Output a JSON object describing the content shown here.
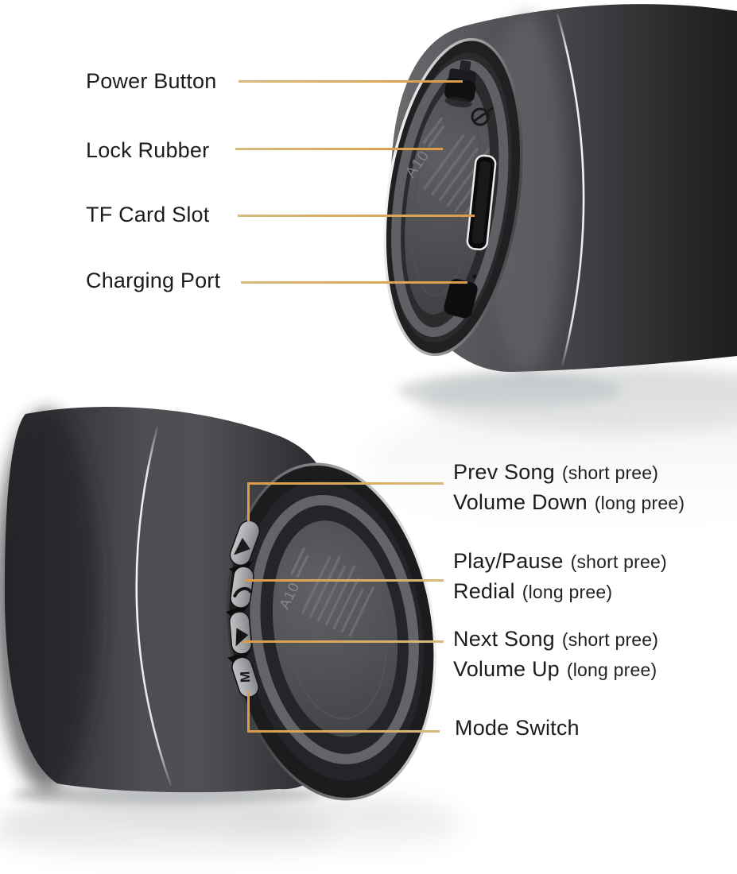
{
  "device": {
    "model": "A10"
  },
  "colors": {
    "callout_orange": "#dd9a45",
    "callout_tan": "#d6bb7d",
    "label_text": "#1c1c1c",
    "body_dark": "#2a2b2e",
    "rubber_ring": "#626368"
  },
  "top_view": {
    "callouts": [
      {
        "label": "Power Button"
      },
      {
        "label": "Lock Rubber"
      },
      {
        "label": "TF Card Slot"
      },
      {
        "label": "Charging Port"
      }
    ]
  },
  "bottom_view": {
    "callouts": [
      {
        "rows": [
          {
            "t": "Prev Song",
            "n": "(short pree)"
          },
          {
            "t": "Volume Down",
            "n": "(long pree)"
          }
        ]
      },
      {
        "rows": [
          {
            "t": "Play/Pause",
            "n": "(short pree)"
          },
          {
            "t": "Redial",
            "n": "(long pree)"
          }
        ]
      },
      {
        "rows": [
          {
            "t": "Next Song",
            "n": "(short pree)"
          },
          {
            "t": "Volume Up",
            "n": "(long pree)"
          }
        ]
      },
      {
        "rows": [
          {
            "t": "Mode Switch",
            "n": ""
          }
        ]
      }
    ],
    "buttons": [
      {
        "name": "prev-button",
        "glyph": "triangle"
      },
      {
        "name": "play-pause-button",
        "glyph": "phone-curve"
      },
      {
        "name": "next-button",
        "glyph": "triangle"
      },
      {
        "name": "mode-button",
        "glyph": "M"
      }
    ]
  }
}
